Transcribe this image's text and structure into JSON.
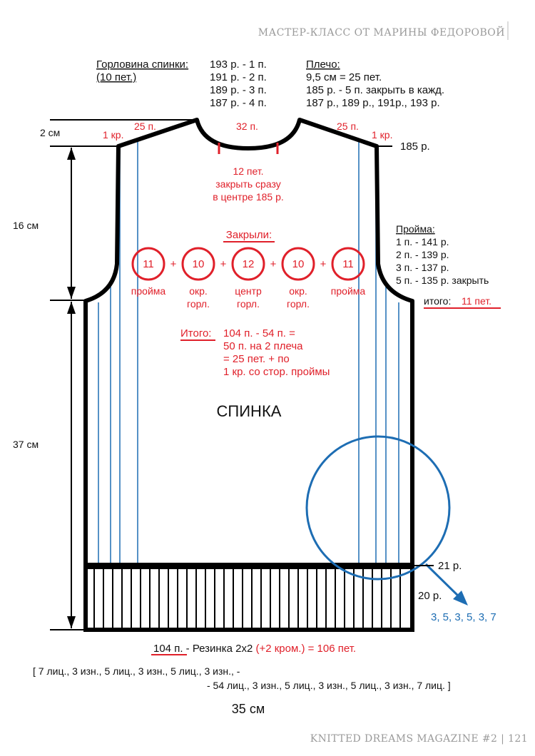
{
  "header": "МАСТЕР-КЛАСС ОТ МАРИНЫ ФЕДОРОВОЙ",
  "footer": "KNITTED DREAMS MAGAZINE #2 | 121",
  "colors": {
    "outline": "#000000",
    "red": "#e0202a",
    "blue": "#1d6db3",
    "header_gray": "#9a9a9a"
  },
  "neckline": {
    "title": "Горловина спинки:",
    "subtitle": "(10 пет.)",
    "rows": [
      "193 р. - 1 п.",
      "191 р. - 2 п.",
      "189 р. - 3 п.",
      "187 р. - 4 п."
    ]
  },
  "shoulder": {
    "title": "Плечо:",
    "lines": [
      "9,5 см = 25 пет.",
      "185 р. - 5 п. закрыть в кажд.",
      "187 р., 189 р., 191р., 193 р."
    ]
  },
  "dims": {
    "h_shoulder": "2 см",
    "h_armhole": "16 см",
    "h_body": "37 см",
    "width": "35 см"
  },
  "top_labels": {
    "left_25": "25 п.",
    "left_1kr": "1 кр.",
    "center_32": "32 п.",
    "right_25": "25 п.",
    "right_1kr": "1 кр.",
    "row_185": "185 р."
  },
  "center_close": [
    "12 пет.",
    "закрыть сразу",
    "в центре 185 р."
  ],
  "armhole": {
    "title": "Пройма:",
    "rows": [
      "1 п. - 141 р.",
      "2 п. - 139 р.",
      "3 п. - 137 р.",
      "5 п. - 135 р. закрыть"
    ],
    "total_label": "итого:",
    "total_value": "11 пет."
  },
  "closed": {
    "title": "Закрыли:",
    "circles": [
      {
        "value": "11",
        "label1": "пройма",
        "label2": ""
      },
      {
        "value": "10",
        "label1": "окр.",
        "label2": "горл."
      },
      {
        "value": "12",
        "label1": "центр",
        "label2": "горл."
      },
      {
        "value": "10",
        "label1": "окр.",
        "label2": "горл."
      },
      {
        "value": "11",
        "label1": "пройма",
        "label2": ""
      }
    ],
    "plus": "+"
  },
  "total": {
    "label": "Итого:",
    "lines": [
      "104 п. - 54 п. =",
      "50 п. на 2 плеча",
      "= 25 пет. + по",
      "1 кр. со стор. проймы"
    ]
  },
  "piece_title": "СПИНКА",
  "rib": {
    "row_21": "21 р.",
    "row_20": "20 р.",
    "sequence": "3, 5, 3, 5, 3, 7"
  },
  "bottom": {
    "count": "104 п.",
    "desc_black": " - Резинка 2х2 ",
    "desc_red": "(+2 кром.) = 106 пет.",
    "pattern1": "[ 7 лиц., 3 изн., 5 лиц., 3 изн., 5 лиц., 3 изн., -",
    "pattern2": "- 54 лиц., 3 изн., 5 лиц., 3 изн., 5 лиц., 3 изн., 7 лиц. ]"
  }
}
